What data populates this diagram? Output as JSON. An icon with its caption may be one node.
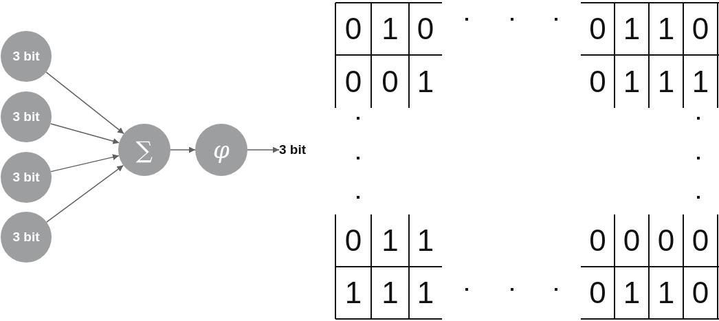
{
  "diagram": {
    "nodes": [
      {
        "text": [
          "3 bit"
        ]
      },
      {
        "text": [
          "3 bit"
        ]
      },
      {
        "text": [
          "3 bit"
        ]
      },
      {
        "text": [
          "3 bit"
        ]
      },
      {
        "text": [
          "∑"
        ]
      },
      {
        "text": [
          "φ"
        ]
      },
      {
        "text": [
          "3 bit"
        ]
      }
    ],
    "edges": [
      {
        "from": 0,
        "to": 4,
        "arrow": "to"
      },
      {
        "from": 1,
        "to": 4,
        "arrow": "to"
      },
      {
        "from": 2,
        "to": 4,
        "arrow": "to"
      },
      {
        "from": 3,
        "to": 4,
        "arrow": "to"
      },
      {
        "from": 4,
        "to": 5,
        "arrow": "to"
      },
      {
        "from": 5,
        "to": 6,
        "arrow": "to"
      }
    ],
    "labels": [
      "0",
      "1",
      "0",
      "0",
      "1",
      "1",
      "0",
      "0",
      "0",
      "1",
      "0",
      "1",
      "1",
      "1",
      "0",
      "1",
      "1",
      "0",
      "0",
      "0",
      "0",
      "1",
      "1",
      "1",
      "0",
      "1",
      "1",
      "0"
    ]
  }
}
